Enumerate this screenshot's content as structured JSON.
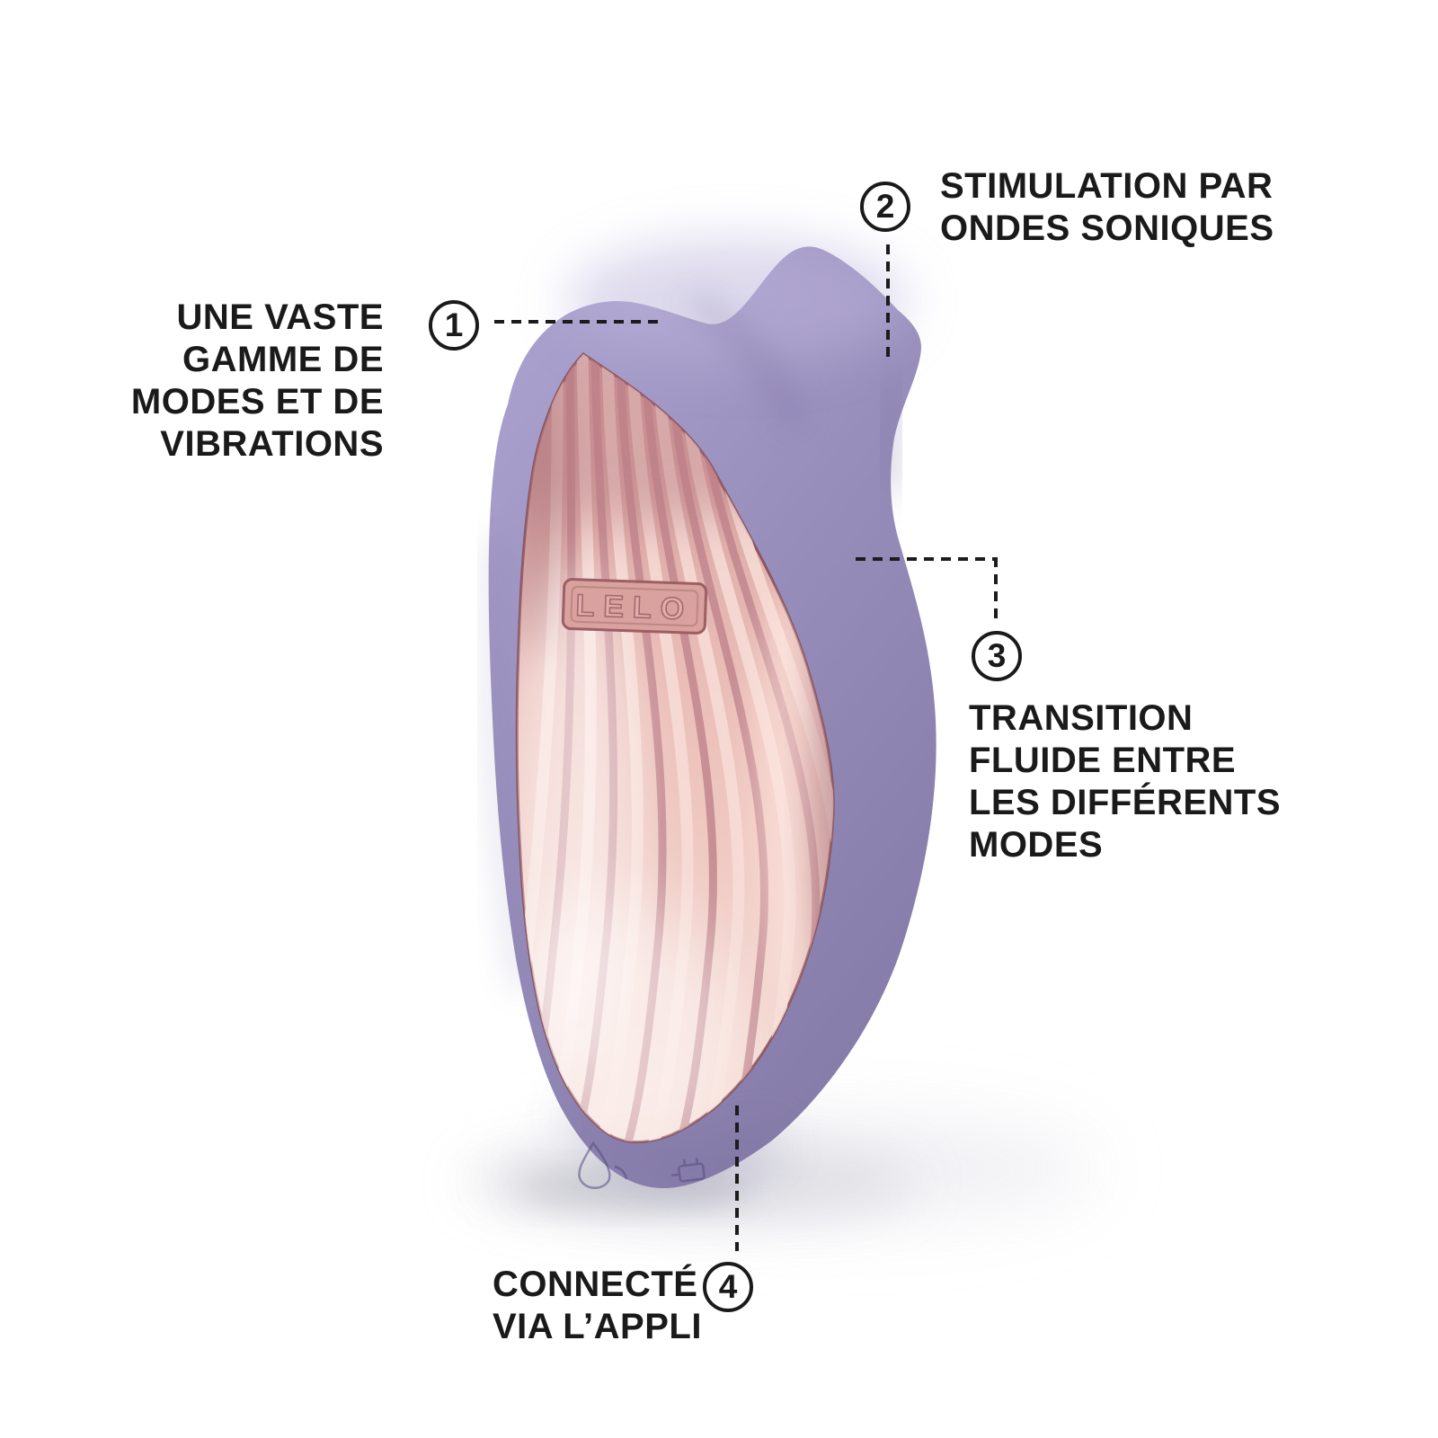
{
  "product": {
    "brand": "LELO",
    "colors": {
      "body_purple": "#968cba",
      "body_purple_light": "#aba2cf",
      "body_purple_dark": "#837aa8",
      "panel_rose_light": "#f7ddd6",
      "panel_rose_mid": "#e7b6b0",
      "panel_rose_dark": "#c1868d",
      "plate_rose": "#d9a29f",
      "text": "#1a1a1a"
    },
    "engravings": [
      "droplet-engraving",
      "charging-engraving"
    ]
  },
  "callouts": [
    {
      "number": "1",
      "lines": [
        "UNE VASTE",
        "GAMME DE",
        "MODES ET DE",
        "VIBRATIONS"
      ]
    },
    {
      "number": "2",
      "lines": [
        "STIMULATION PAR",
        "ONDES SONIQUES"
      ]
    },
    {
      "number": "3",
      "lines": [
        "TRANSITION",
        "FLUIDE ENTRE",
        "LES DIFFÉRENTS",
        "MODES"
      ]
    },
    {
      "number": "4",
      "lines": [
        "CONNECTÉ",
        "VIA L’APPLI"
      ]
    }
  ]
}
